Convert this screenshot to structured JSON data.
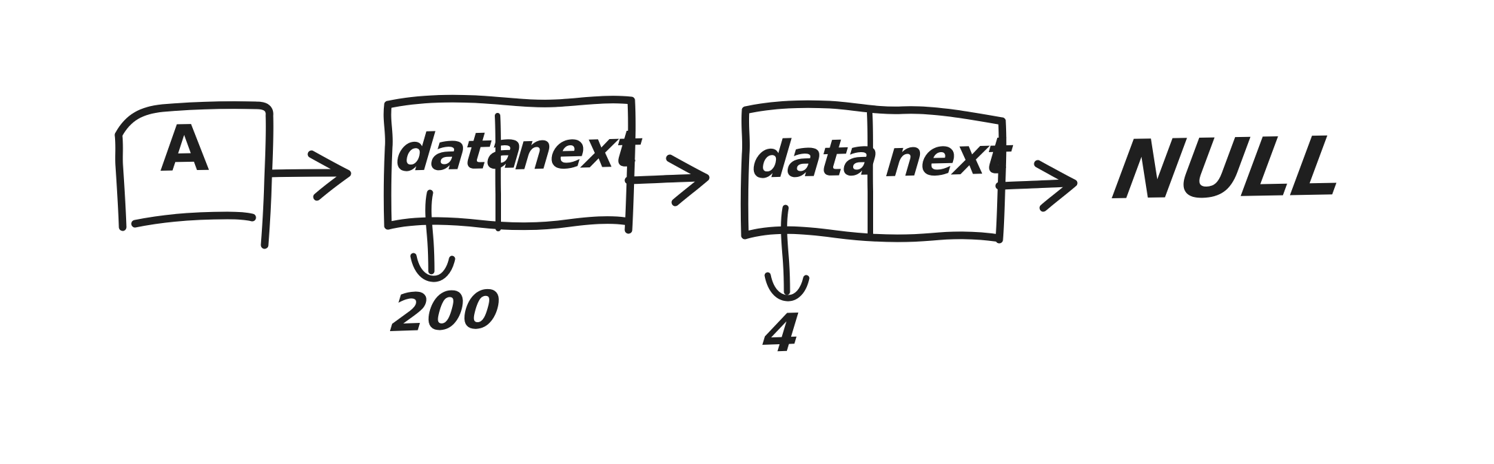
{
  "diagram": {
    "title": "Linked list pointer diagram",
    "background_color": "#ffffff",
    "ink_color": "#1f1f1f",
    "style": "hand-drawn"
  },
  "pointer_box": {
    "label": "A"
  },
  "nodes": [
    {
      "data_label": "data",
      "next_label": "next",
      "data_value": "200"
    },
    {
      "data_label": "data",
      "next_label": "next",
      "data_value": "4"
    }
  ],
  "terminator": {
    "label": "NULL"
  },
  "arrows": {
    "pointer_to_node1": "→",
    "node1_to_node2": "→",
    "node2_to_null": "→",
    "node1_data_down": "↓",
    "node2_data_down": "↓"
  }
}
